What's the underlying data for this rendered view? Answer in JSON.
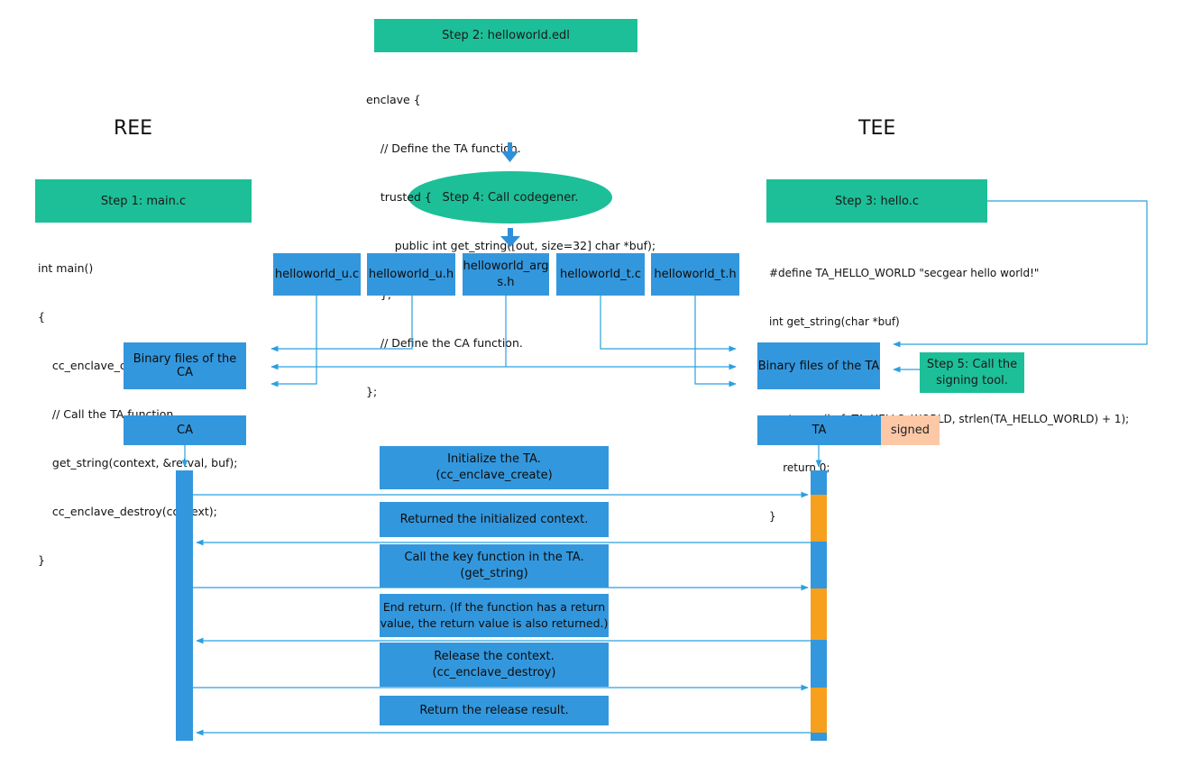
{
  "headings": {
    "ree": "REE",
    "tee": "TEE"
  },
  "steps": {
    "step1": "Step 1: main.c",
    "step2": "Step 2: helloworld.edl",
    "step3": "Step 3: hello.c",
    "step4": "Step 4: Call codegener.",
    "step5": "Step 5: Call the\nsigning tool."
  },
  "edl_code": [
    "enclave {",
    "    // Define the TA function.",
    "    trusted {",
    "        public int get_string([out, size=32] char *buf);",
    "    };",
    "    // Define the CA function.",
    "};"
  ],
  "main_code": [
    "int main()",
    "{",
    "    cc_enclave_create(context);",
    "    // Call the TA function.",
    "    get_string(context, &retval, buf);",
    "    cc_enclave_destroy(context);",
    "}"
  ],
  "hello_code": [
    "#define TA_HELLO_WORLD \"secgear hello world!\"",
    "int get_string(char *buf)",
    "{",
    "    strncpy(buf, TA_HELLO_WORLD, strlen(TA_HELLO_WORLD) + 1);",
    "    return 0;",
    "}"
  ],
  "generated_files": [
    "helloworld_u.c",
    "helloworld_u.h",
    "helloworld_arg\ns.h",
    "helloworld_t.c",
    "helloworld_t.h"
  ],
  "binaries": {
    "ca": "Binary files of the CA",
    "ta": "Binary files of the TA"
  },
  "actors": {
    "ca": "CA",
    "ta": "TA",
    "signed": "signed"
  },
  "messages": [
    "Initialize the TA.\n(cc_enclave_create)",
    "Returned the initialized context.",
    "Call the key function in the TA.\n(get_string)",
    "End return. (If the function has a return\nvalue, the return value is also returned.)",
    "Release the context.\n(cc_enclave_destroy)",
    "Return the release result."
  ],
  "colors": {
    "teal": "#1dbf98",
    "blue": "#3397dd",
    "orange": "#f7a01d",
    "peach": "#fcc8a6",
    "arrow": "#2aa0e0"
  }
}
